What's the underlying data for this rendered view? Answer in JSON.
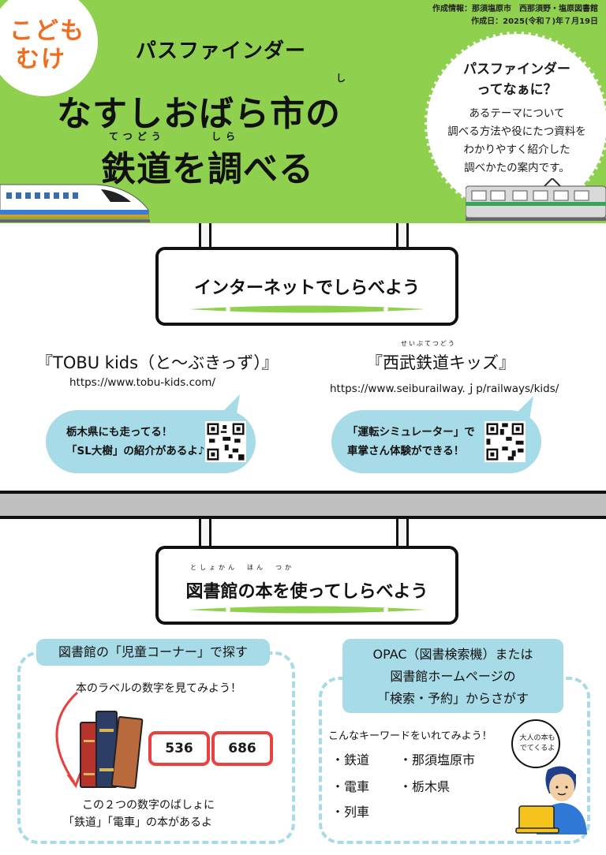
{
  "header": {
    "badge_line1": "こども",
    "badge_line2": "むけ",
    "meta_line1": "作成情報：那須塩原市　西那須野・塩原図書館",
    "meta_line2": "作成日：2025(令和７)年７月19日",
    "pathfinder_label": "パスファインダー",
    "title_line1": "なすしおばら市の",
    "title_line2": "鉄道を調べる",
    "ruby_shi": "し",
    "ruby_tetsudou": "てつどう",
    "ruby_shira": "しら"
  },
  "what_is": {
    "heading_line1": "パスファインダー",
    "heading_line2": "ってなぁに？",
    "desc_line1": "あるテーマについて",
    "desc_line2": "調べる方法や役にたつ資料を",
    "desc_line3": "わかりやすく紹介した",
    "desc_line4": "調べかたの案内です。"
  },
  "internet_section": {
    "sign_label": "インターネットでしらべよう",
    "site1": {
      "title": "『TOBU kids（と～ぶきっず）』",
      "url": "https://www.tobu-kids.com/",
      "bubble_line1": "栃木県にも走ってる！",
      "bubble_line2": "「SL大樹」の紹介があるよ♪"
    },
    "site2": {
      "ruby": "せいぶてつどう",
      "title": "『西武鉄道キッズ』",
      "url": "https://www.seiburailway.ｊp/railways/kids/",
      "bubble_line1": "「運転シミュレーター」で",
      "bubble_line2": "車掌さん体験ができる！"
    }
  },
  "library_section": {
    "sign_ruby": "としょかん　ほん　つか",
    "sign_label": "図書館の本を使ってしらべよう",
    "corner_panel": {
      "tab_label": "図書館の「児童コーナー」で探す",
      "instruction": "本のラベルの数字を見てみよう！",
      "numbers": [
        "536",
        "686"
      ],
      "result_line1": "この２つの数字のばしょに",
      "result_line2": "「鉄道」「電車」の本があるよ"
    },
    "opac_panel": {
      "tab_line1": "OPAC（図書検索機）または",
      "tab_line2": "図書館ホームページの",
      "tab_line3": "「検索・予約」からさがす",
      "instruction": "こんなキーワードをいれてみよう！",
      "keywords": [
        "・鉄道",
        "・那須塩原市",
        "・電車",
        "・栃木県",
        "・列車"
      ],
      "speech": "大人の本もでてくるよ"
    }
  },
  "colors": {
    "header_green": "#8fd14f",
    "badge_orange": "#f06c1f",
    "bubble_blue": "#a7dbe7",
    "number_red": "#e8413e"
  }
}
